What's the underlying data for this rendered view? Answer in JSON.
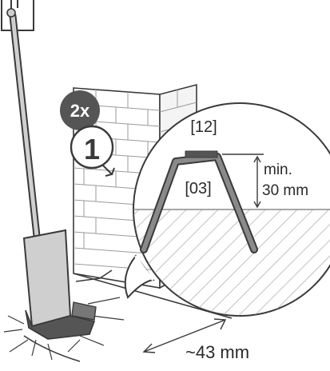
{
  "badges": {
    "repeat": "2x",
    "step": "1"
  },
  "callout": {
    "part_top": "[12]",
    "part_clip": "[03]",
    "min_label": "min.",
    "min_value": "30 mm"
  },
  "distance_label": "~43 mm",
  "colors": {
    "ink": "#3a3a3a",
    "badge_dark": "#555555",
    "clip_gray": "#8a8a8a",
    "light_fill": "#d6d6d6"
  },
  "icons": [
    "spade-icon",
    "brick-wall-icon",
    "wall-clip-icon",
    "arrow-icon"
  ]
}
